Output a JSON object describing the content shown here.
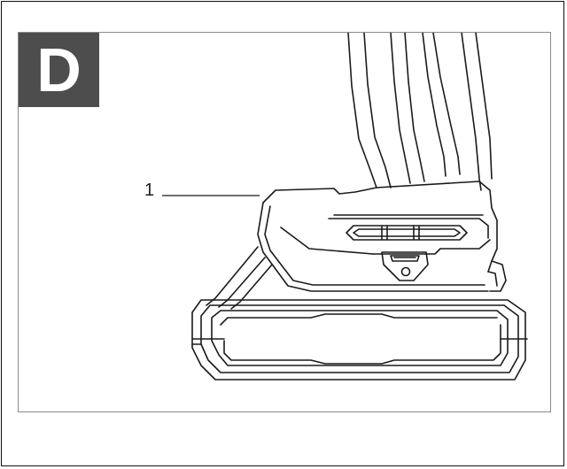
{
  "figure": {
    "label": "D",
    "callouts": [
      {
        "number": "1",
        "target": "battery-pack"
      }
    ]
  },
  "colors": {
    "badge_background": "#4d4d4d",
    "badge_text": "#ffffff",
    "line": "#1a1a1a",
    "frame": "#111111",
    "panel_border": "#8a8a8a"
  }
}
